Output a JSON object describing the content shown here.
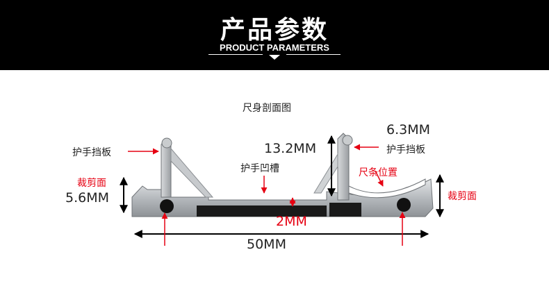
{
  "header": {
    "title": "产品参数",
    "subtitle": "PRODUCT PARAMETERS"
  },
  "diagram": {
    "title": "尺身剖面图",
    "labels": {
      "guard_left": "护手挡板",
      "guard_right": "护手挡板",
      "groove": "护手凹槽",
      "ruler_position": "尺条位置",
      "cut_left": "裁剪面",
      "cut_right": "裁剪面"
    },
    "dimensions": {
      "height_main": "13.2MM",
      "height_right": "6.3MM",
      "height_left": "5.6MM",
      "groove_depth": "2MM",
      "width": "50MM"
    }
  },
  "colors": {
    "header_bg": "#000000",
    "accent_red": "#e60012",
    "profile_metal": "#b8bcc0",
    "rubber": "#1a1a1a"
  }
}
